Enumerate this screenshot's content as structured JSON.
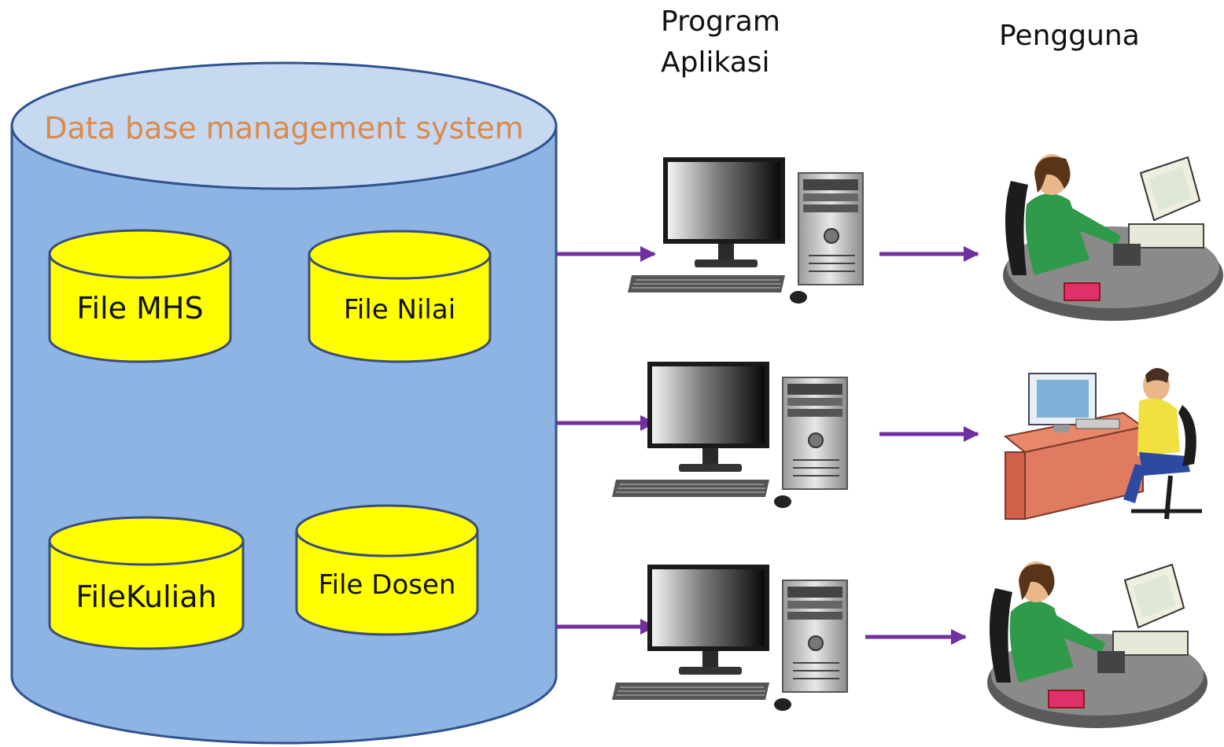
{
  "headers": {
    "program_line1": "Program",
    "program_line2": "Aplikasi",
    "users": "Pengguna"
  },
  "dbms": {
    "title": "Data base management system",
    "files": [
      "File MHS",
      "File Nilai",
      "FileKuliah",
      "File Dosen"
    ]
  },
  "nodes": {
    "computers": [
      "computer-icon",
      "computer-icon",
      "computer-icon"
    ],
    "users": [
      "woman-at-computer-icon",
      "man-at-computer-icon",
      "woman-at-computer-icon"
    ]
  },
  "colors": {
    "db_body": "#8eb4e3",
    "db_top": "#c6d9f1",
    "db_stroke": "#2f528f",
    "file_fill": "#ffff00",
    "file_stroke": "#3a4d7a",
    "arrow": "#7030a0",
    "title_text": "#d98a4c"
  }
}
